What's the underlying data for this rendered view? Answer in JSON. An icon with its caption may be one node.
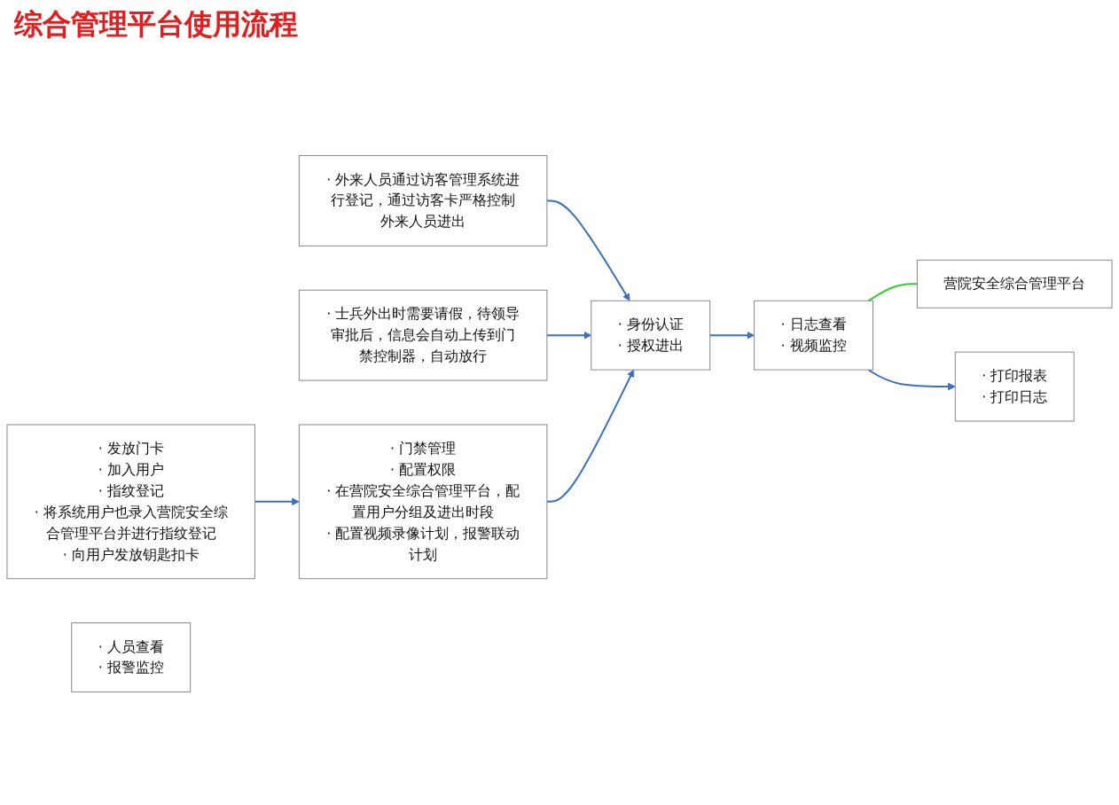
{
  "diagram": {
    "title": "综合管理平台使用流程",
    "nodes": [
      {
        "text": [
          "· 身份认证",
          "· 授权进出"
        ]
      },
      {
        "text": [
          "· 日志查看",
          "· 视频监控"
        ]
      },
      {
        "text": [
          "营院安全综合管理平台"
        ]
      },
      {
        "text": [
          "· 外来人员通过访客管理系统进行登记，通过访客卡严格控制外来人员进出"
        ]
      },
      {
        "text": [
          "· 士兵外出时需要请假，待领导审批后，信息会自动上传到门禁控制器，自动放行"
        ]
      },
      {
        "text": [
          "· 打印报表",
          "· 打印日志"
        ]
      },
      {
        "text": [
          "· 发放门卡",
          "· 加入用户",
          "· 指纹登记",
          "· 将系统用户也录入营院安全综合管理平台并进行指纹登记",
          "· 向用户发放钥匙扣卡"
        ]
      },
      {
        "text": [
          "· 人员查看",
          "· 报警监控"
        ]
      },
      {
        "text": [
          "· 门禁管理",
          "· 配置权限",
          "· 在营院安全综合管理平台，配置用户分组及进出时段",
          "· 配置视频录像计划，报警联动计划"
        ]
      }
    ],
    "edges": [
      {
        "from": 0,
        "to": 1,
        "arrow": "to"
      },
      {
        "from": 1,
        "to": 2,
        "arrow": "none",
        "color": "#33cc33"
      },
      {
        "from": 1,
        "to": 5,
        "arrow": "to"
      },
      {
        "from": 3,
        "to": 0,
        "arrow": "to"
      },
      {
        "from": 4,
        "to": 0,
        "arrow": "to"
      },
      {
        "from": 6,
        "to": 8,
        "arrow": "to"
      },
      {
        "from": 8,
        "to": 0,
        "arrow": "to"
      }
    ]
  }
}
